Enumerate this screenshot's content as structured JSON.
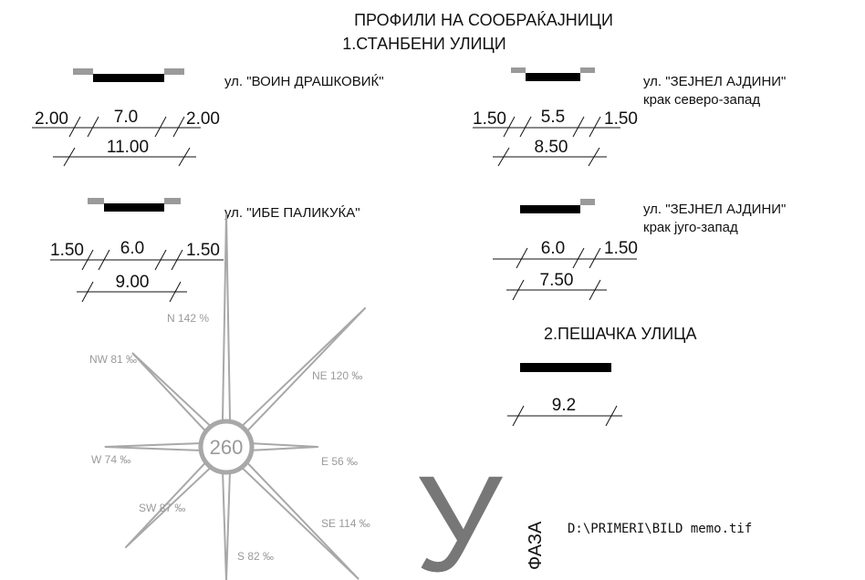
{
  "header": {
    "title": "ПРОФИЛИ НА СООБРАЌАЈНИЦИ",
    "subtitle": "1.СТАНБЕНИ УЛИЦИ"
  },
  "profiles": {
    "voin": {
      "label": "ул. \"ВОИН ДРАШКОВИЌ\"",
      "left": "2.00",
      "road": "7.0",
      "right": "2.00",
      "total": "11.00"
    },
    "ibe": {
      "label": "ул. \"ИБЕ ПАЛИКУЌА\"",
      "left": "1.50",
      "road": "6.0",
      "right": "1.50",
      "total": "9.00"
    },
    "zejnel_nw": {
      "label": "ул. \"ЗЕЈНЕЛ АЈДИНИ\"",
      "sublabel": "крак северо-запад",
      "left": "1.50",
      "road": "5.5",
      "right": "1.50",
      "total": "8.50"
    },
    "zejnel_sw": {
      "label": "ул. \"ЗЕЈНЕЛ АЈДИНИ\"",
      "sublabel": "крак југо-запад",
      "road": "6.0",
      "right": "1.50",
      "total": "7.50"
    }
  },
  "pedestrian": {
    "title": "2.ПЕШАЧКА УЛИЦА",
    "width": "9.2"
  },
  "wind_rose": {
    "center_value": "260",
    "directions": [
      {
        "label": "N 142 %",
        "value": 142
      },
      {
        "label": "NE 120 ‰",
        "value": 120
      },
      {
        "label": "E 56 ‰",
        "value": 56
      },
      {
        "label": "SE 114 ‰",
        "value": 114
      },
      {
        "label": "S 82 ‰",
        "value": 82
      },
      {
        "label": "SW 87 ‰",
        "value": 87
      },
      {
        "label": "W 74 ‰",
        "value": 74
      },
      {
        "label": "NW 81 ‰",
        "value": 81
      }
    ]
  },
  "stamp": {
    "big_letter": "У",
    "phase": "ФАЗА",
    "file_path": "D:\\PRIMERI\\BILD memo.tif"
  },
  "colors": {
    "ink": "#111111",
    "rose": "#a8a8a8",
    "sidewalk": "#9a9a9a"
  }
}
